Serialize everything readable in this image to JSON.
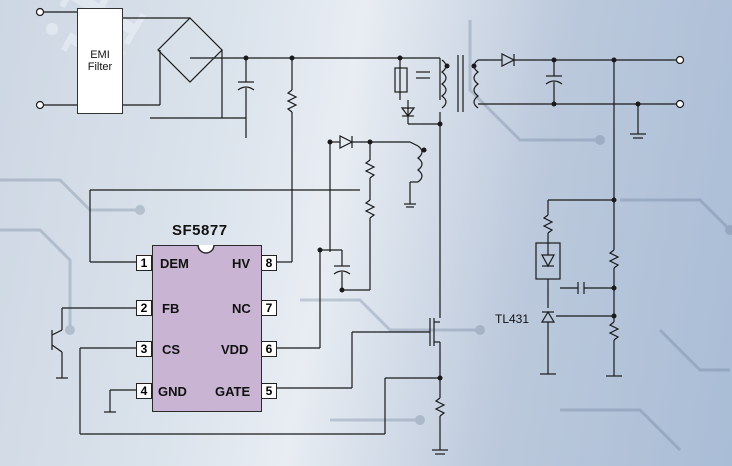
{
  "chip": {
    "name": "SF5877",
    "pins_left": [
      {
        "num": "1",
        "label": "DEM"
      },
      {
        "num": "2",
        "label": "FB"
      },
      {
        "num": "3",
        "label": "CS"
      },
      {
        "num": "4",
        "label": "GND"
      }
    ],
    "pins_right": [
      {
        "num": "8",
        "label": "HV"
      },
      {
        "num": "7",
        "label": "NC"
      },
      {
        "num": "6",
        "label": "VDD"
      },
      {
        "num": "5",
        "label": "GATE"
      }
    ]
  },
  "emi_filter": {
    "line1": "EMI",
    "line2": "Filter"
  },
  "regulator_label": "TL431",
  "watermark": "iFi",
  "colors": {
    "chip_fill": "#c9b5d3",
    "wire": "#1a1a1a",
    "background_start": "#cdd7e3",
    "background_end": "#a9bdd6"
  }
}
